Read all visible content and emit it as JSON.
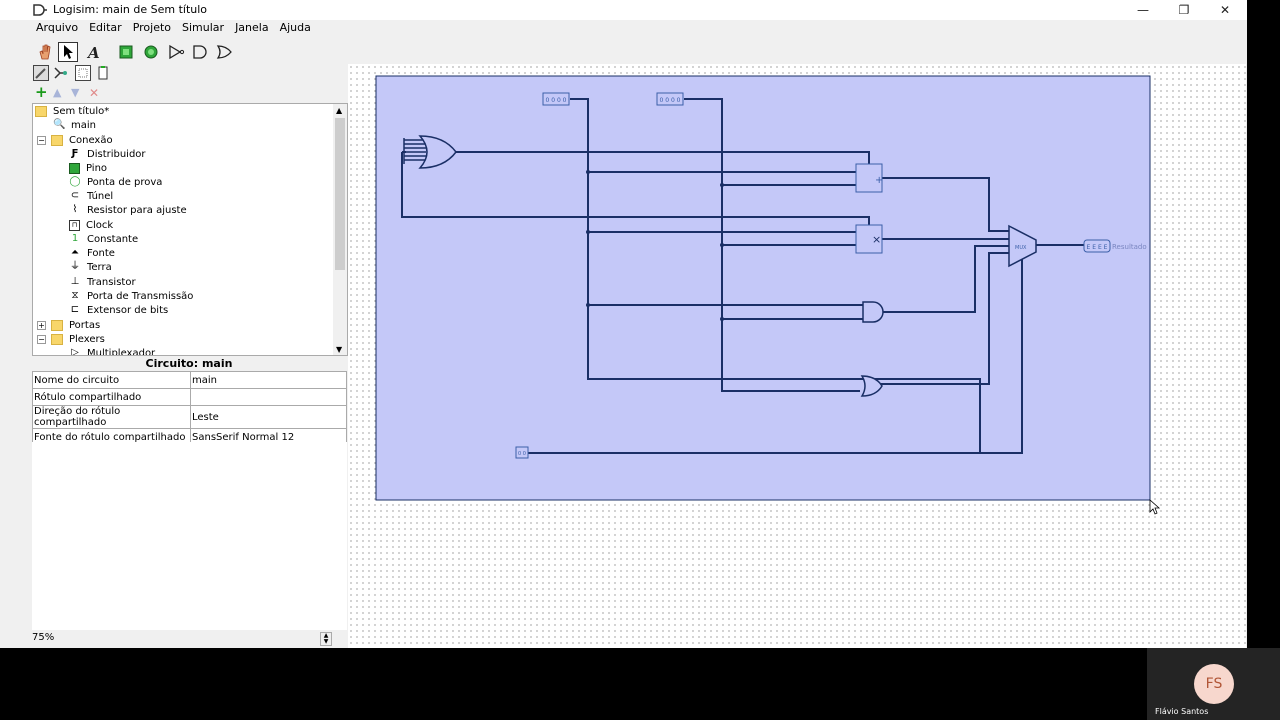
{
  "window": {
    "title": "Logisim: main de Sem título",
    "minimize": "—",
    "maximize": "❐",
    "close": "✕"
  },
  "menu": [
    "Arquivo",
    "Editar",
    "Projeto",
    "Simular",
    "Janela",
    "Ajuda"
  ],
  "toolbar_icons": [
    "hand-poke-icon",
    "select-arrow-icon",
    "text-tool-icon",
    "input-pin-icon",
    "output-pin-icon",
    "not-gate-icon",
    "and-gate-icon",
    "or-gate-icon"
  ],
  "tree": {
    "root": "Sem título*",
    "main": "main",
    "folders": {
      "conexao": "Conexão",
      "portas": "Portas",
      "plexers": "Plexers"
    },
    "conexao_items": [
      "Distribuidor",
      "Pino",
      "Ponta de prova",
      "Túnel",
      "Resistor para ajuste",
      "Clock",
      "Constante",
      "Fonte",
      "Terra",
      "Transistor",
      "Porta de Transmissão",
      "Extensor de bits"
    ],
    "plexers_first": "Multiplexador"
  },
  "properties": {
    "title": "Circuito: main",
    "rows": [
      {
        "name": "Nome do circuito",
        "value": "main"
      },
      {
        "name": "Rótulo compartilhado",
        "value": ""
      },
      {
        "name": "Direção do rótulo compartilhado",
        "value": "Leste"
      },
      {
        "name": "Fonte do rótulo compartilhado",
        "value": "SansSerif Normal 12"
      }
    ]
  },
  "zoom": "75%",
  "circuit": {
    "input_a": "0 0 0 0",
    "input_b": "0 0 0 0",
    "select": "0 0",
    "output": "E E E E",
    "output_label": "Resultado",
    "adder_sym": "+",
    "mult_sym": "×",
    "mux_label": "MUX"
  },
  "presenter": {
    "initials": "FS",
    "name": "Flávio Santos"
  },
  "colors": {
    "selection": "#c4c8f8",
    "wire": "#1a2f66",
    "component": "#3b5fa8"
  }
}
